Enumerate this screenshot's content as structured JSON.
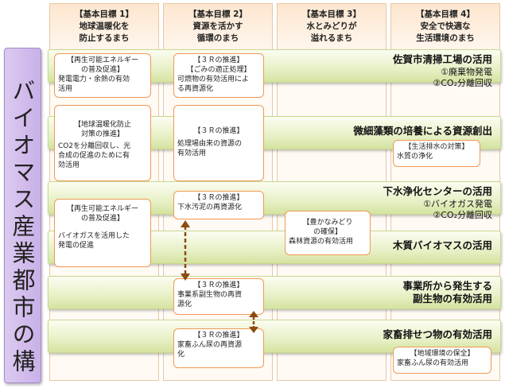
{
  "goals": [
    {
      "line1": "【基本目標 1】",
      "line2": "地球温暖化を",
      "line3": "防止するまち"
    },
    {
      "line1": "【基本目標 2】",
      "line2": "資源を活かす",
      "line3": "循環のまち"
    },
    {
      "line1": "【基本目標 3】",
      "line2": "水とみどりが",
      "line3": "溢れるまち"
    },
    {
      "line1": "【基本目標 4】",
      "line2": "安全で快適な",
      "line3": "生活環境のまち"
    }
  ],
  "side_title": "バイオマス産業都市の構築",
  "bands": [
    {
      "title": "佐賀市清掃工場の活用",
      "sub1": "①廃棄物発電",
      "sub2": "②CO₂分離回収"
    },
    {
      "title": "微細藻類の培養による資源創出"
    },
    {
      "title": "下水浄化センターの活用",
      "sub1": "①バイオガス発電",
      "sub2": "②CO₂分離回収"
    },
    {
      "title": "木質バイオマスの活用"
    },
    {
      "title": "事業所から発生する",
      "title2": "副生物の有効活用"
    },
    {
      "title": "家畜排せつ物の有効活用"
    }
  ],
  "boxes": {
    "b1": {
      "l1": "【再生可能エネルギー",
      "l2": "の普及促進】",
      "l3": "発電電力・余熱の有効",
      "l4": "活用"
    },
    "b2": {
      "l1": "【３Ｒの推進】",
      "l2": "【ごみの適正処理】",
      "l3": "可燃物の有効活用によ",
      "l4": "る再資源化"
    },
    "b3": {
      "l1": "【地球温暖化防止",
      "l2": "対策の推進】",
      "l3": "CO2を分離回収し、光",
      "l4": "合成の促進のために有",
      "l5": "効活用"
    },
    "b4": {
      "l1": "【３Ｒの推進】",
      "l2": "処理場由来の資源の",
      "l3": "有効活用"
    },
    "b5": {
      "l1": "【生活排水の対策】",
      "l2": "水質の浄化"
    },
    "b6": {
      "l1": "【３Ｒの推進】",
      "l2": "下水汚泥の再資源化"
    },
    "b7": {
      "l1": "【再生可能エネルギー",
      "l2": "の普及促進】",
      "l3": "バイオガスを活用した",
      "l4": "発電の促進"
    },
    "b8": {
      "l1": "【豊かなみどり",
      "l2": "の確保】",
      "l3": "森林資源の有効活用"
    },
    "b9": {
      "l1": "【３Ｒの推進】",
      "l2": "事業系副生物の再資",
      "l3": "源化"
    },
    "b10": {
      "l1": "【３Ｒの推進】",
      "l2": "家畜ふん尿の再資源",
      "l3": "化"
    },
    "b11": {
      "l1": "【地域環境の保全】",
      "l2": "家畜ふん尿の有効活用"
    }
  },
  "colors": {
    "box_border": "#ef9a55",
    "arrow": "#8b4a10",
    "band": "#e7f0c6",
    "side": "#c9b0e8",
    "goal": "#fde6cf"
  }
}
